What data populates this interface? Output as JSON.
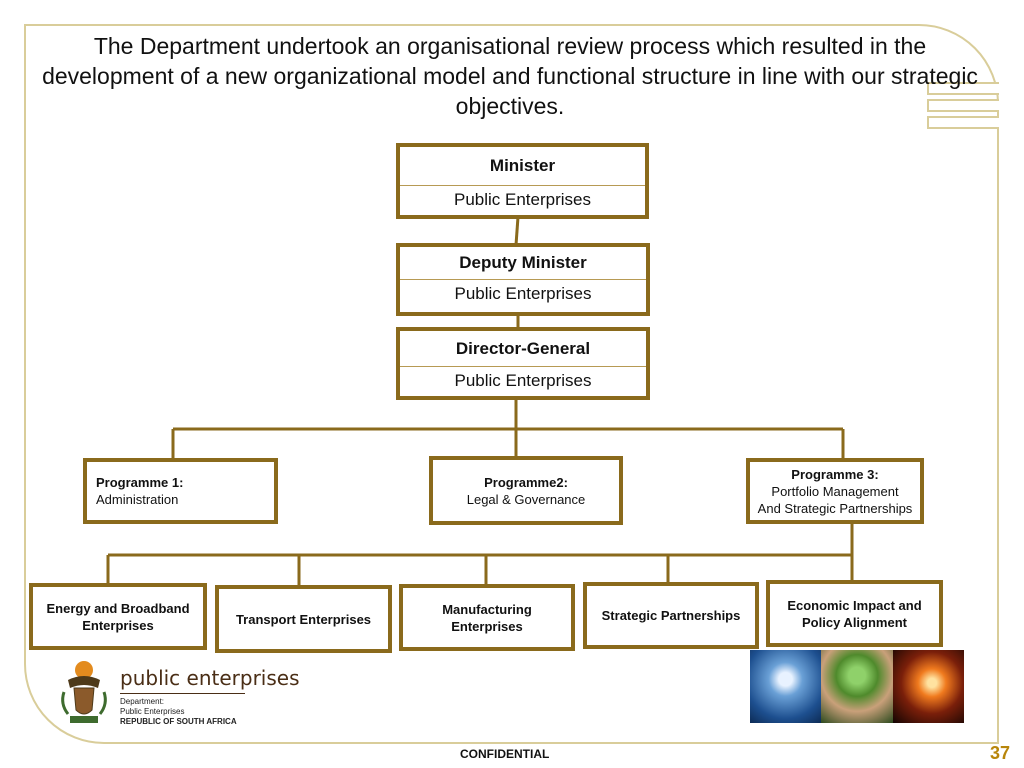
{
  "headline": "The Department undertook an organisational review process which resulted in the development of a new organizational model and functional structure in line with our strategic objectives.",
  "org": {
    "minister": {
      "title": "Minister",
      "sub": "Public Enterprises"
    },
    "deputy": {
      "title": "Deputy Minister",
      "sub": "Public Enterprises"
    },
    "dg": {
      "title": "Director-General",
      "sub": "Public Enterprises"
    },
    "programmes": [
      {
        "name": "Programme 1:",
        "desc": "Administration"
      },
      {
        "name": "Programme2:",
        "desc": "Legal & Governance"
      },
      {
        "name": "Programme 3:",
        "desc1": "Portfolio Management",
        "desc2": "And Strategic Partnerships"
      }
    ],
    "units": [
      {
        "l1": "Energy and Broadband",
        "l2": "Enterprises"
      },
      {
        "l1": "Transport Enterprises"
      },
      {
        "l1": "Manufacturing",
        "l2": "Enterprises"
      },
      {
        "l1": "Strategic Partnerships"
      },
      {
        "l1": "Economic Impact and",
        "l2": "Policy Alignment"
      }
    ]
  },
  "logo": {
    "title": "public enterprises",
    "line1": "Department:",
    "line2": "Public Enterprises",
    "line3": "REPUBLIC OF SOUTH AFRICA"
  },
  "footer": {
    "confidential": "CONFIDENTIAL",
    "page": "37"
  },
  "colors": {
    "box_border": "#8a6a1c",
    "frame": "#d9cd9a",
    "page_number": "#b8860b"
  }
}
